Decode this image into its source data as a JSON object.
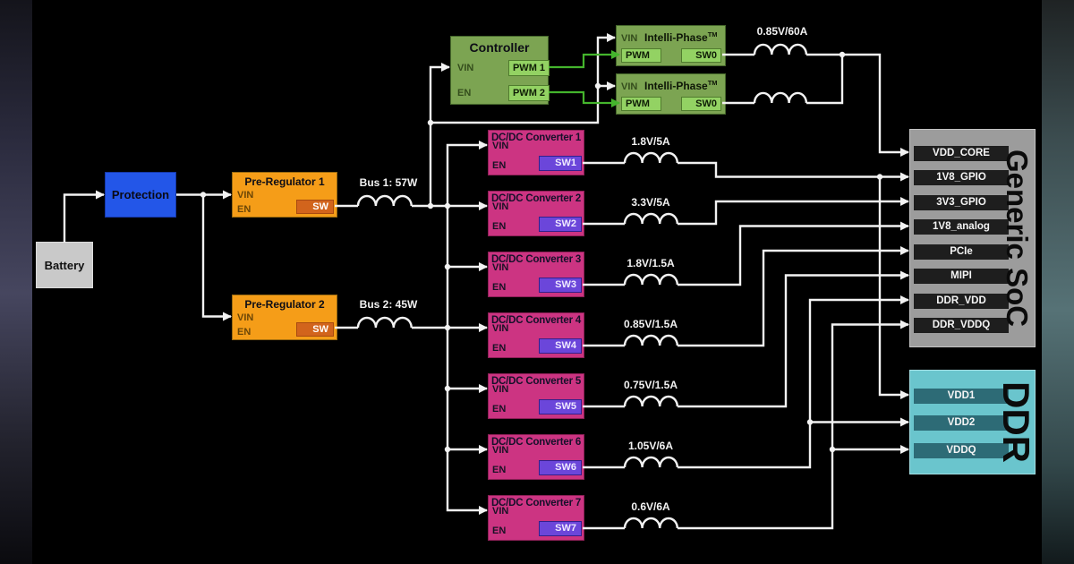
{
  "battery": {
    "label": "Battery"
  },
  "protection": {
    "label": "Protection"
  },
  "pre_regulators": [
    {
      "title": "Pre-Regulator 1",
      "vin": "VIN",
      "en": "EN",
      "sw": "SW",
      "bus_label": "Bus 1: 57W"
    },
    {
      "title": "Pre-Regulator 2",
      "vin": "VIN",
      "en": "EN",
      "sw": "SW",
      "bus_label": "Bus 2: 45W"
    }
  ],
  "controller": {
    "title": "Controller",
    "vin": "VIN",
    "en": "EN",
    "pwm1": "PWM 1",
    "pwm2": "PWM 2"
  },
  "intelli_phases": [
    {
      "vin": "VIN",
      "title": "Intelli-Phase",
      "tm": "TM",
      "pwm": "PWM",
      "sw": "SW0"
    },
    {
      "vin": "VIN",
      "title": "Intelli-Phase",
      "tm": "TM",
      "pwm": "PWM",
      "sw": "SW0"
    }
  ],
  "phase_output_label": "0.85V/60A",
  "converters": [
    {
      "title": "DC/DC Converter 1",
      "vin": "VIN",
      "en": "EN",
      "sw": "SW1",
      "output": "1.8V/5A"
    },
    {
      "title": "DC/DC Converter 2",
      "vin": "VIN",
      "en": "EN",
      "sw": "SW2",
      "output": "3.3V/5A"
    },
    {
      "title": "DC/DC Converter 3",
      "vin": "VIN",
      "en": "EN",
      "sw": "SW3",
      "output": "1.8V/1.5A"
    },
    {
      "title": "DC/DC Converter 4",
      "vin": "VIN",
      "en": "EN",
      "sw": "SW4",
      "output": "0.85V/1.5A"
    },
    {
      "title": "DC/DC Converter 5",
      "vin": "VIN",
      "en": "EN",
      "sw": "SW5",
      "output": "0.75V/1.5A"
    },
    {
      "title": "DC/DC Converter 6",
      "vin": "VIN",
      "en": "EN",
      "sw": "SW6",
      "output": "1.05V/6A"
    },
    {
      "title": "DC/DC Converter 7",
      "vin": "VIN",
      "en": "EN",
      "sw": "SW7",
      "output": "0.6V/6A"
    }
  ],
  "soc": {
    "title": "Generic SoC",
    "rails": [
      "VDD_CORE",
      "1V8_GPIO",
      "3V3_GPIO",
      "1V8_analog",
      "PCIe",
      "MIPI",
      "DDR_VDD",
      "DDR_VDDQ"
    ]
  },
  "ddr": {
    "title": "DDR",
    "rails": [
      "VDD1",
      "VDD2",
      "VDDQ"
    ]
  },
  "colors": {
    "wire": "#f2f2f2",
    "pwm_wire": "#44b42c",
    "converter_pink": "#cc3482",
    "sw_purple": "#6b46da",
    "regulator_orange": "#f59d18",
    "sw_orange": "#d2641c",
    "protection_blue": "#2356e8",
    "battery_gray": "#c9c9c9",
    "block_green": "#7ca452",
    "light_green": "#93d263",
    "soc_gray": "#9c9c9c",
    "soc_rail_dark": "#1e1e1e",
    "ddr_cyan": "#6ac5cd",
    "ddr_rail_teal": "#2d6b76"
  }
}
